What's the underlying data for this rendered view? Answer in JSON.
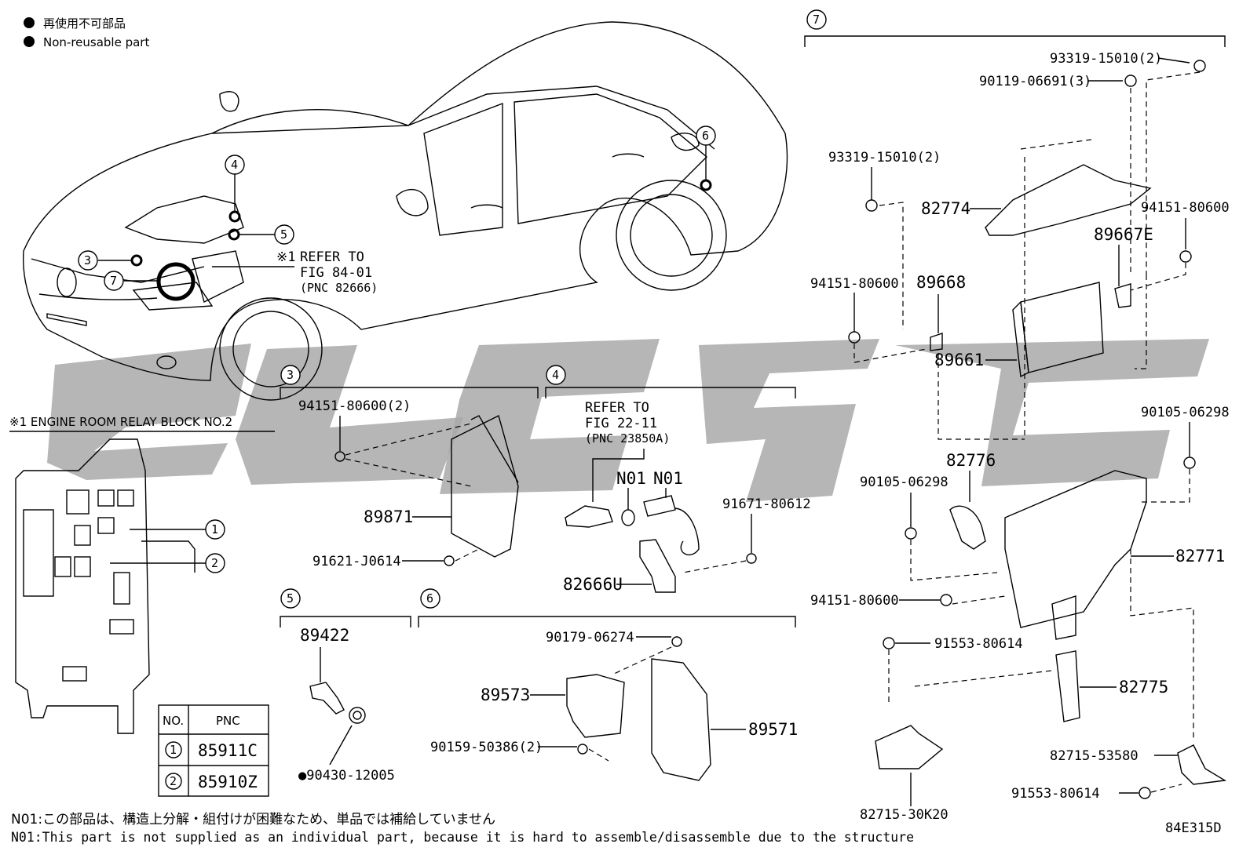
{
  "legend": {
    "jp": "再使用不可部品",
    "en": "Non-reusable part"
  },
  "callouts": {
    "c3": "3",
    "c4": "4",
    "c5": "5",
    "c6": "6",
    "c7": "7",
    "one": "1",
    "two": "2"
  },
  "refer_main": {
    "mark": "※1",
    "line1": "REFER TO",
    "line2": "FIG 84-01",
    "line3": "(PNC 82666)"
  },
  "relay_block": {
    "title": "※1 ENGINE ROOM RELAY BLOCK NO.2"
  },
  "pnc_table": {
    "headers": [
      "NO.",
      "PNC"
    ],
    "rows": [
      {
        "no": "1",
        "pnc": "85911C"
      },
      {
        "no": "2",
        "pnc": "85910Z"
      }
    ]
  },
  "section3": {
    "p1": "94151-80600(2)",
    "p2": "89871",
    "p3": "91621-J0614"
  },
  "section4": {
    "refer1": "REFER TO",
    "refer2": "FIG 22-11",
    "refer3": "(PNC 23850A)",
    "n01a": "N01",
    "n01b": "N01",
    "p1": "91671-80612",
    "p2": "82666U"
  },
  "section5": {
    "p1": "89422",
    "p2": "●90430-12005"
  },
  "section6": {
    "p1": "90179-06274",
    "p2": "89573",
    "p3": "89571",
    "p4": "90159-50386(2)"
  },
  "section7": {
    "p1": "93319-15010(2)",
    "p2": "90119-06691(3)",
    "p3": "93319-15010(2)",
    "p4": "82774",
    "p5": "94151-80600",
    "p6": "89667E",
    "p7": "94151-80600",
    "p8": "89668",
    "p9": "89661",
    "p10": "90105-06298",
    "p11": "82776",
    "p12": "90105-06298",
    "p13": "82771",
    "p14": "94151-80600",
    "p15": "91553-80614",
    "p16": "82775",
    "p17": "82715-53580",
    "p18": "91553-80614",
    "p19": "82715-30K20"
  },
  "notes": {
    "jp": "N01:この部品は、構造上分解・組付けが困難なため、単品では補給していません",
    "en": "N01:This part is not supplied as an individual part, because it is hard to assemble/disassemble due to the structure"
  },
  "figure_code": "84E315D",
  "colors": {
    "watermark": "#a9a9a9",
    "ink": "#000000"
  }
}
